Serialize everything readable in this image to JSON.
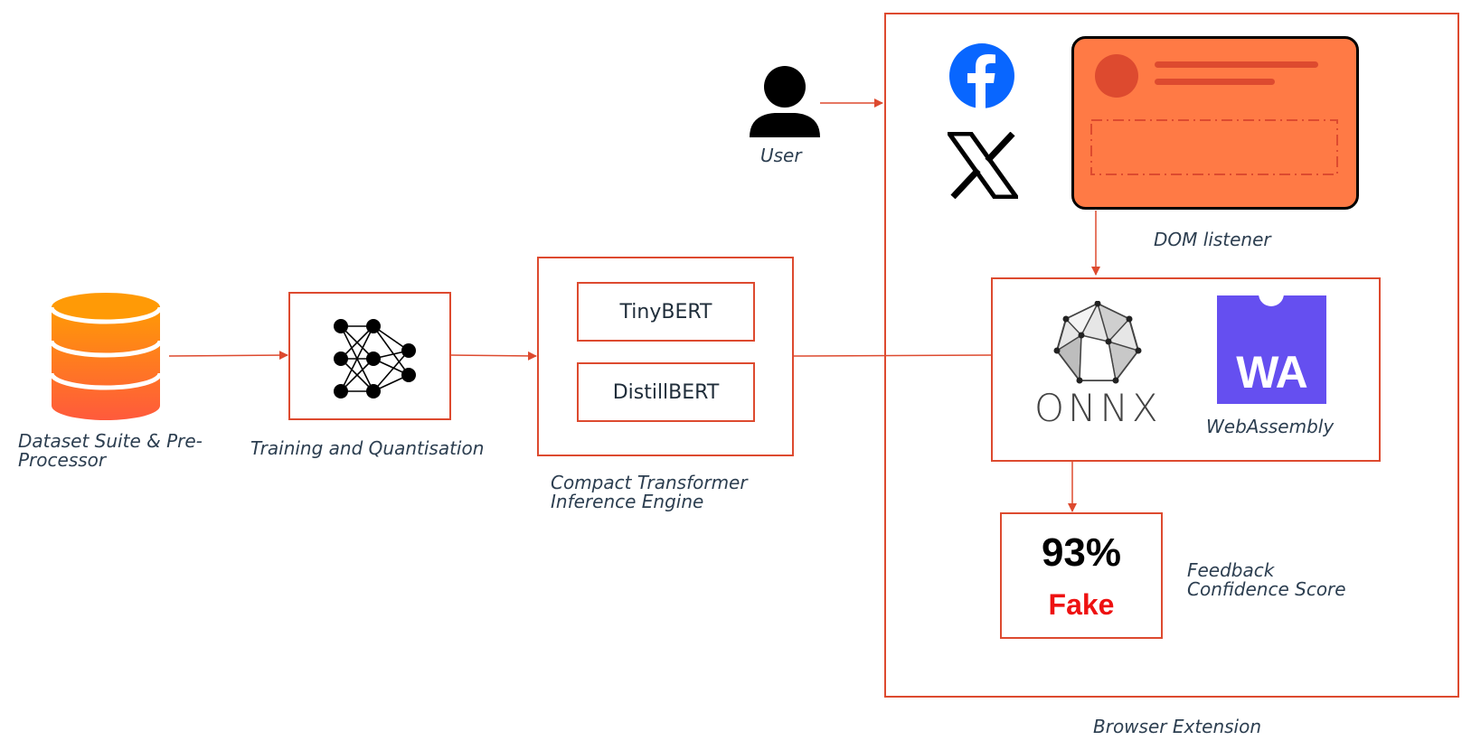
{
  "components": {
    "dataset": {
      "label": "Dataset Suite & Pre-\nProcessor",
      "icon": "database-icon"
    },
    "training": {
      "label": "Training and Quantisation",
      "icon": "neural-network-icon"
    },
    "engine": {
      "label": "Compact Transformer\nInference Engine",
      "models": [
        "TinyBERT",
        "DistillBERT"
      ]
    },
    "user": {
      "label": "User",
      "icon": "user-icon"
    },
    "browser_extension": {
      "label": "Browser Extension"
    },
    "platforms": [
      "facebook-icon",
      "x-icon"
    ],
    "dom_listener": {
      "label": "DOM listener",
      "icon": "social-post-card-icon"
    },
    "runtime": {
      "onnx": "ONNX",
      "wasm_logo": "WA",
      "wasm_label": "WebAssembly"
    },
    "feedback": {
      "score": "93%",
      "verdict": "Fake",
      "label": "Feedback\nConfidence Score"
    }
  },
  "colors": {
    "accent": "#dd4a2f",
    "card": "#ff7a45",
    "facebook": "#0866ff",
    "webassembly": "#654ff0",
    "fake": "#ee1111"
  }
}
